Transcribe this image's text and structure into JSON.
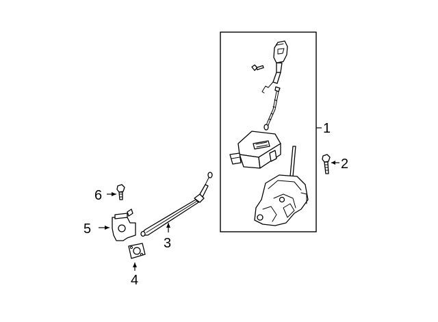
{
  "callouts": {
    "c1": "1",
    "c2": "2",
    "c3": "3",
    "c4": "4",
    "c5": "5",
    "c6": "6"
  },
  "colors": {
    "ink": "#000000",
    "background": "#ffffff"
  }
}
